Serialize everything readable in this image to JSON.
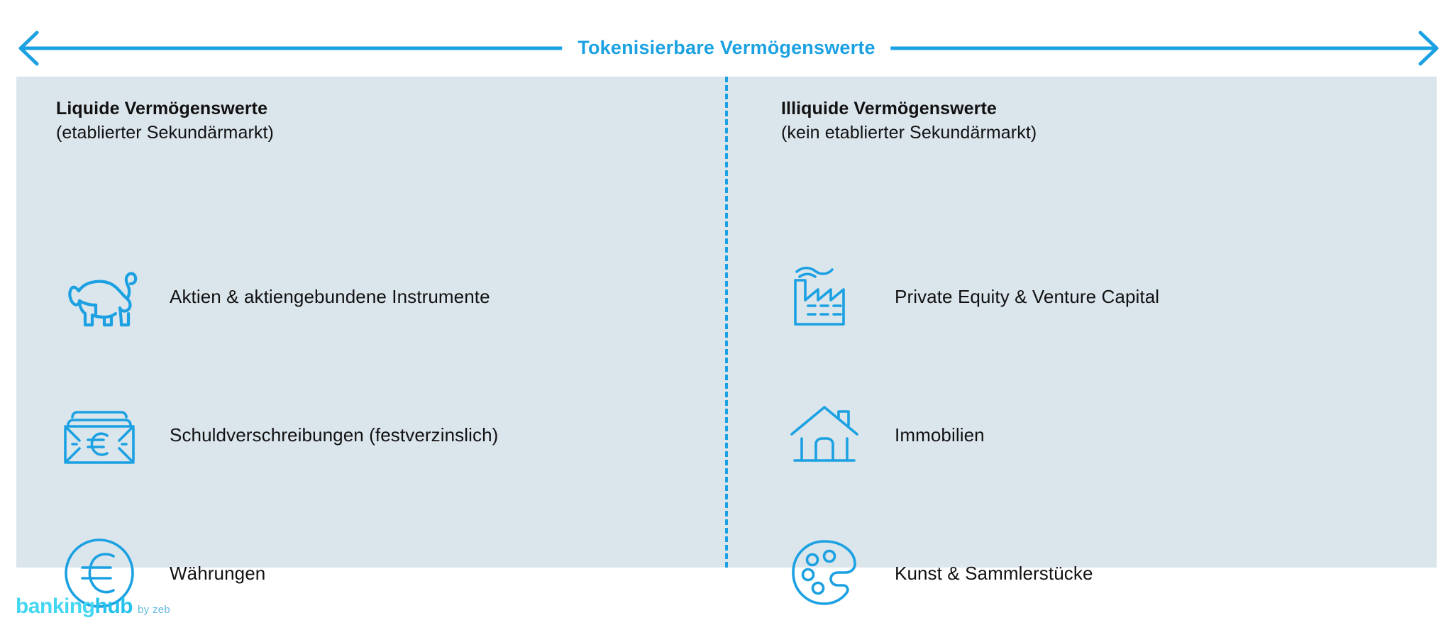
{
  "header": {
    "title": "Tokenisierbare Vermögenswerte",
    "accent_color": "#1ba1e2",
    "arrow_left": "arrow-left",
    "arrow_right": "arrow-right"
  },
  "panel": {
    "background_color": "#dbe5ec",
    "divider_style": "vertical-dashed"
  },
  "columns": [
    {
      "id": "liquid",
      "heading": "Liquide Vermögenswerte",
      "subheading": "(etablierter Sekundärmarkt)",
      "items": [
        {
          "icon": "bull-icon",
          "label": "Aktien & aktiengebundene Instrumente"
        },
        {
          "icon": "banknotes-euro-icon",
          "label": "Schuldverschreibungen (festverzinslich)"
        },
        {
          "icon": "euro-coin-icon",
          "label": "Währungen"
        }
      ]
    },
    {
      "id": "illiquid",
      "heading": "Illiquide Vermögenswerte",
      "subheading": "(kein etablierter Sekundärmarkt)",
      "items": [
        {
          "icon": "factory-icon",
          "label": "Private Equity & Venture Capital"
        },
        {
          "icon": "house-icon",
          "label": "Immobilien"
        },
        {
          "icon": "palette-icon",
          "label": "Kunst & Sammlerstücke"
        }
      ]
    }
  ],
  "footer": {
    "logo_part1": "banking",
    "logo_part2": "hub",
    "logo_suffix": "by zeb",
    "logo_color1": "#45d7f2",
    "logo_color2": "#24c3ec",
    "logo_color3": "#62b9e0"
  }
}
